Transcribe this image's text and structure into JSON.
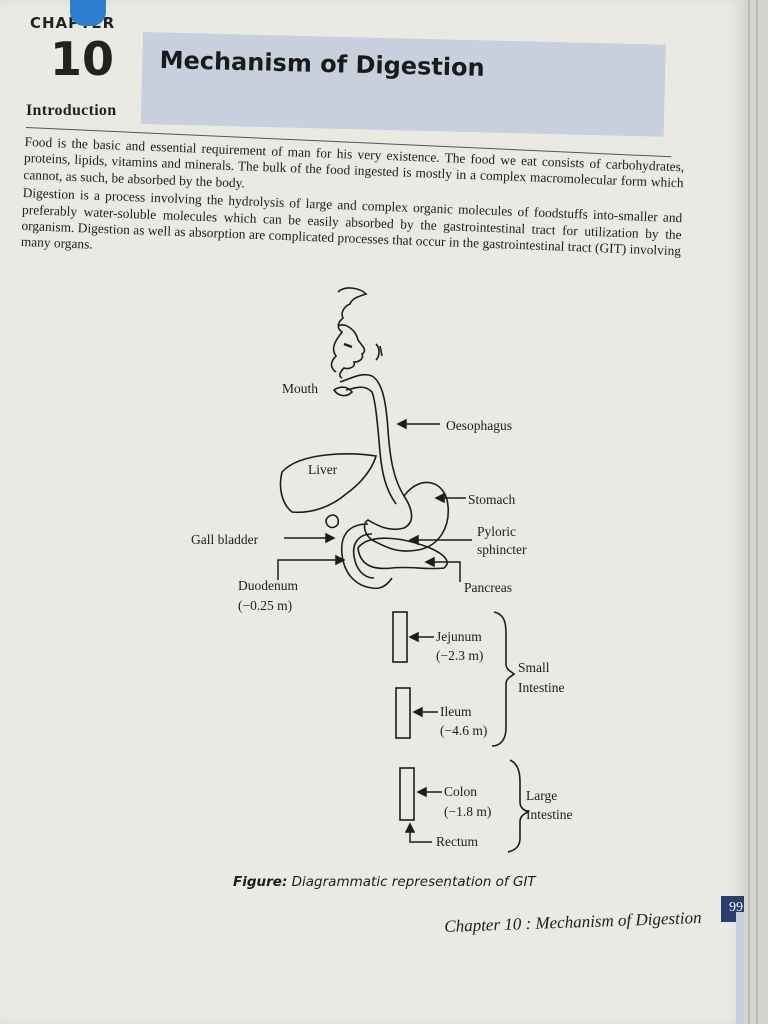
{
  "header": {
    "chapter_word": "CHAPTER",
    "chapter_number": "10",
    "chapter_title": "Mechanism of Digestion"
  },
  "section": {
    "heading": "Introduction",
    "paragraphs": [
      "Food is the basic and essential requirement of man for his very existence. The food we eat consists of carbohydrates, proteins, lipids, vitamins and minerals. The bulk of the food ingested is mostly in a complex macromolecular form which cannot, as such, be absorbed by the body.",
      "Digestion is a process involving the hydrolysis of large and complex organic molecules of foodstuffs into-smaller and preferably water-soluble molecules which can be easily absorbed by the gastrointestinal tract for utilization by the organism. Digestion as well as absorption are complicated processes that occur in the gastrointestinal tract (GIT) involving many organs."
    ]
  },
  "figure": {
    "labels": {
      "mouth": "Mouth",
      "oesophagus": "Oesophagus",
      "liver": "Liver",
      "stomach": "Stomach",
      "pyloric": "Pyloric",
      "sphincter": "sphincter",
      "gall_bladder": "Gall bladder",
      "pancreas": "Pancreas",
      "duodenum": "Duodenum",
      "duodenum_len": "(−0.25 m)",
      "jejunum": "Jejunum",
      "jejunum_len": "(−2.3 m)",
      "ileum": "Ileum",
      "ileum_len": "(−4.6 m)",
      "small": "Small",
      "intestine_s": "Intestine",
      "colon": "Colon",
      "colon_len": "(−1.8 m)",
      "large": "Large",
      "intestine_l": "Intestine",
      "rectum": "Rectum"
    },
    "caption_bold": "Figure:",
    "caption_text": "Diagrammatic representation of GIT"
  },
  "footer": {
    "running_title": "Chapter 10 : Mechanism of Digestion",
    "page_number": "99"
  },
  "colors": {
    "title_band": "#c8d0de",
    "page_tab": "#2b3f6e",
    "clip": "#2f7fd1"
  }
}
